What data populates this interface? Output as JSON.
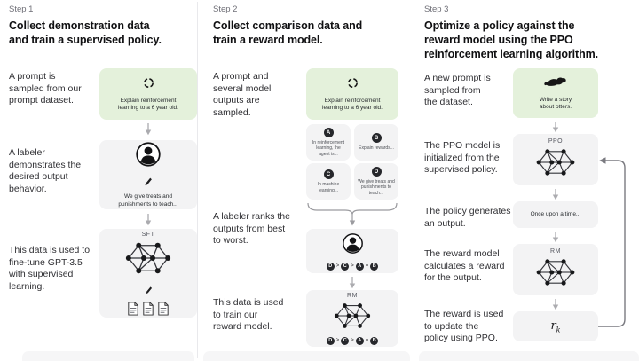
{
  "steps": [
    {
      "label": "Step 1",
      "title": "Collect demonstration data\nand train a supervised policy.",
      "caption_prompt": "A prompt is\nsampled from our\nprompt dataset.",
      "caption_labeler": "A labeler\ndemonstrates the\ndesired output\nbehavior.",
      "caption_finetune": "This data is used to\nfine-tune GPT-3.5\nwith supervised\nlearning.",
      "prompt_box_text": "Explain reinforcement\nlearning to a 6 year old.",
      "labeler_box_text": "We give treats and\npunishments to teach...",
      "model_label": "SFT"
    },
    {
      "label": "Step 2",
      "title": "Collect comparison data and\ntrain a reward model.",
      "caption_prompt": "A prompt and\nseveral model\noutputs are\nsampled.",
      "caption_rank": "A labeler ranks the\noutputs from best\nto worst.",
      "caption_train": "This data is used\nto train our\nreward model.",
      "prompt_box_text": "Explain reinforcement\nlearning to a 6 year old.",
      "outputs": [
        {
          "letter": "A",
          "text": "In reinforcement\nlearning, the\nagent is..."
        },
        {
          "letter": "B",
          "text": "Explain rewards..."
        },
        {
          "letter": "C",
          "text": "In machine\nlearning..."
        },
        {
          "letter": "D",
          "text": "We give treats and\npunishments to\nteach..."
        }
      ],
      "ranking": [
        "D",
        ">",
        "C",
        ">",
        "A",
        "=",
        "B"
      ],
      "model_label": "RM"
    },
    {
      "label": "Step 3",
      "title": "Optimize a policy against the\nreward model using the PPO\nreinforcement learning algorithm.",
      "caption_prompt": "A new prompt is\nsampled from\nthe dataset.",
      "caption_init": "The PPO model is\ninitialized from the\nsupervised policy.",
      "caption_output": "The policy generates\nan output.",
      "caption_reward": "The reward model\ncalculates a reward\nfor the output.",
      "caption_update": "The reward is used\nto update the\npolicy using PPO.",
      "prompt_box_text": "Write a story\nabout otters.",
      "ppo_label": "PPO",
      "output_box_text": "Once upon a time...",
      "rm_label": "RM",
      "reward_symbol": "r",
      "reward_subscript": "k"
    }
  ],
  "colors": {
    "prompt_box": "#e4f1db",
    "neutral_box": "#f3f3f4",
    "arrow": "#ababaf"
  }
}
